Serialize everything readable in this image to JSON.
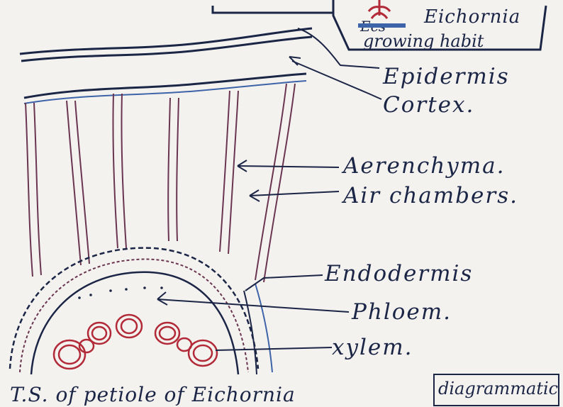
{
  "inset": {
    "line1": "Eichornia",
    "line2": "growing habit",
    "strike": "Ecs"
  },
  "labels": {
    "epidermis": "Epidermis",
    "cortex": "Cortex.",
    "aerenchyma": "Aerenchyma.",
    "air_chambers": "Air chambers.",
    "endodermis": "Endodermis",
    "phloem": "Phloem.",
    "xylem": "xylem."
  },
  "caption": {
    "text": "T.S. of petiole of Eichornia",
    "note": "diagrammatic"
  },
  "colors": {
    "ink": "#1b2546",
    "cell_wall": "#6a3550",
    "xylem": "#b22a38",
    "epidermis_blue": "#3d63a8",
    "paper": "#f4f2ef"
  }
}
